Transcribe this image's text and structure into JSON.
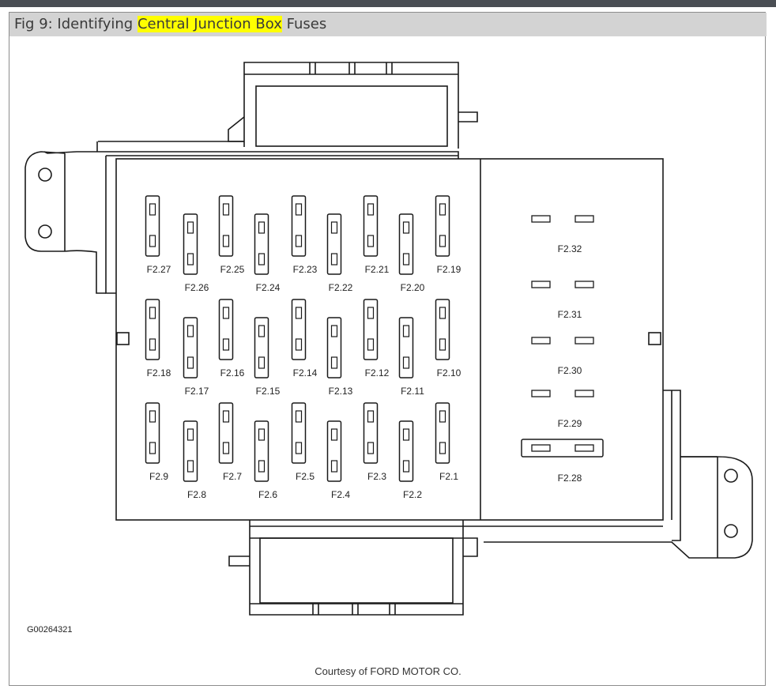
{
  "figure": {
    "title_prefix": "Fig 9: Identifying ",
    "title_highlight": "Central Junction Box",
    "title_suffix": " Fuses",
    "image_code": "G00264321",
    "credit": "Courtesy of FORD MOTOR CO.",
    "highlight_color": "#ffff00"
  },
  "diagram": {
    "left_fuses": [
      "F2.27",
      "F2.26",
      "F2.25",
      "F2.24",
      "F2.23",
      "F2.22",
      "F2.21",
      "F2.20",
      "F2.19",
      "F2.18",
      "F2.17",
      "F2.16",
      "F2.15",
      "F2.14",
      "F2.13",
      "F2.12",
      "F2.11",
      "F2.10",
      "F2.9",
      "F2.8",
      "F2.7",
      "F2.6",
      "F2.5",
      "F2.4",
      "F2.3",
      "F2.2",
      "F2.1"
    ],
    "right_fuses": [
      "F2.32",
      "F2.31",
      "F2.30",
      "F2.29",
      "F2.28"
    ]
  }
}
